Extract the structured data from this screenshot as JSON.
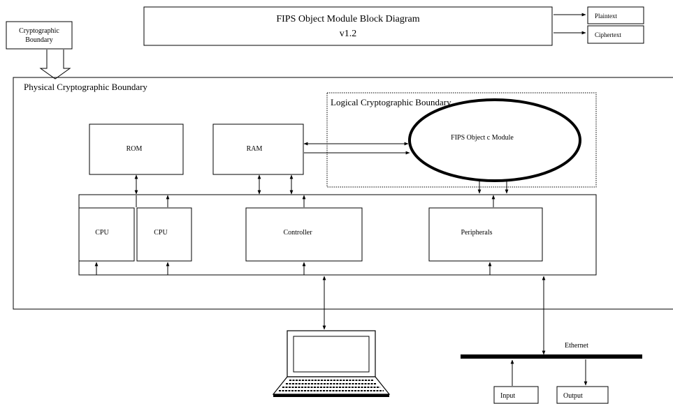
{
  "title": {
    "line1": "FIPS Object Module Block Diagram",
    "line2": "v1.2"
  },
  "legend": {
    "plaintext": "Plaintext",
    "ciphertext": "Ciphertext"
  },
  "boundary_legend": {
    "line1": "Cryptographic",
    "line2": "Boundary"
  },
  "physical_boundary_label": "Physical Cryptographic Boundary",
  "logical_boundary_label": "Logical Cryptographic Boundary",
  "blocks": {
    "rom": "ROM",
    "ram": "RAM",
    "fips_module": "FIPS Object c Module",
    "cpu1": "CPU",
    "cpu2": "CPU",
    "controller": "Controller",
    "peripherals": "Peripherals"
  },
  "ethernet_label": "Ethernet",
  "io": {
    "input": "Input",
    "output": "Output"
  }
}
